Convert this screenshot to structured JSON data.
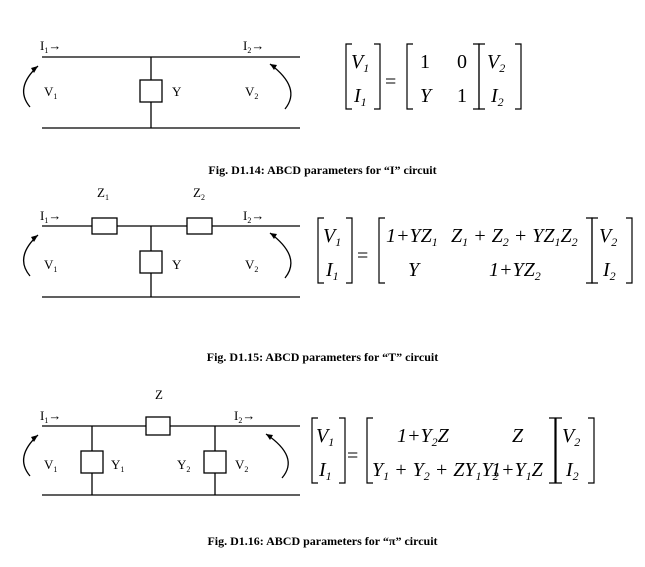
{
  "figures": {
    "i": {
      "caption": "Fig. D1.14: ABCD parameters for “I” circuit",
      "labels": {
        "I1": "I",
        "I2": "I",
        "V1": "V",
        "V2": "V",
        "Y": "Y",
        "sub1": "1",
        "sub2": "2"
      },
      "equation": {
        "lhs": [
          "V",
          "I"
        ],
        "matrix": [
          [
            "1",
            "0"
          ],
          [
            "Y",
            "1"
          ]
        ],
        "rhs": [
          "V",
          "I"
        ]
      }
    },
    "t": {
      "caption": "Fig. D1.15: ABCD parameters for “T” circuit",
      "labels": {
        "I1": "I",
        "I2": "I",
        "V1": "V",
        "V2": "V",
        "Y": "Y",
        "Z1": "Z",
        "Z2": "Z",
        "sub1": "1",
        "sub2": "2"
      },
      "equation": {
        "lhs": [
          "V",
          "I"
        ],
        "matrix_a": "1+YZ",
        "matrix_b": "Z + Z + YZ Z",
        "matrix_c": "Y",
        "matrix_d": "1+YZ",
        "rhs": [
          "V",
          "I"
        ]
      }
    },
    "pi": {
      "caption": "Fig. D1.16: ABCD parameters for “π” circuit",
      "labels": {
        "I1": "I",
        "I2": "I",
        "V1": "V",
        "V2": "V",
        "Y1": "Y",
        "Y2": "Y",
        "Z": "Z",
        "sub1": "1",
        "sub2": "2"
      },
      "equation": {
        "lhs": [
          "V",
          "I"
        ],
        "matrix_a": "1+Y Z",
        "matrix_b": "Z",
        "matrix_c": "Y + Y + ZY Y",
        "matrix_d": "1+Y Z",
        "rhs": [
          "V",
          "I"
        ]
      }
    }
  },
  "arrow_glyph": "→"
}
